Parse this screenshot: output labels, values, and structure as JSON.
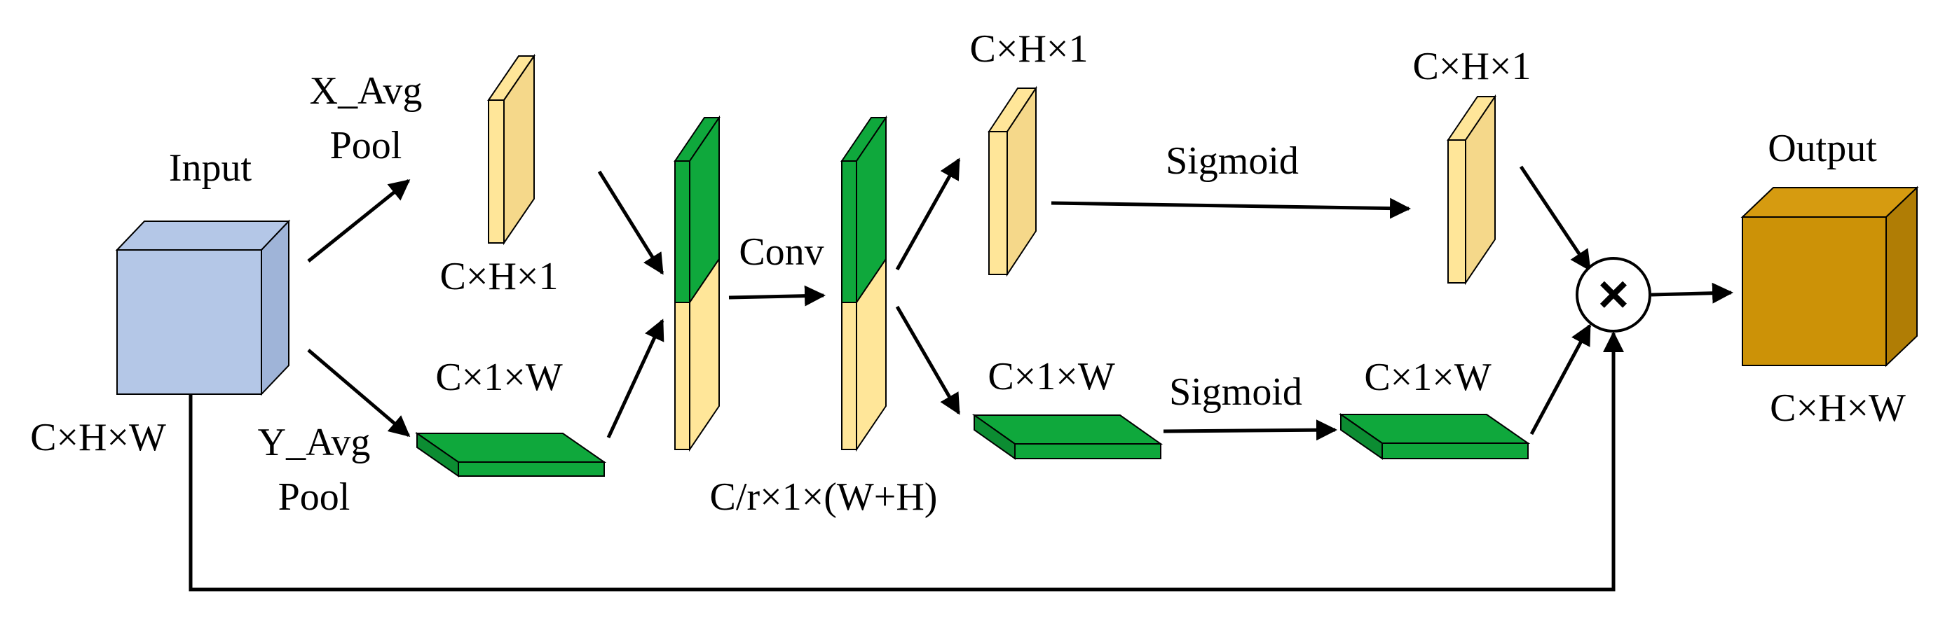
{
  "labels": {
    "input": "Input",
    "input_dims": "C×H×W",
    "x_pool_line1": "X_Avg",
    "x_pool_line2": "Pool",
    "y_pool_line1": "Y_Avg",
    "y_pool_line2": "Pool",
    "x_pool_dims": "C×H×1",
    "y_pool_dims": "C×1×W",
    "conv": "Conv",
    "concat_dims": "C/r×1×(W+H)",
    "h_branch_dims": "C×H×1",
    "w_branch_dims": "C×1×W",
    "sigmoid_top": "Sigmoid",
    "sigmoid_bottom": "Sigmoid",
    "h_att_dims": "C×H×1",
    "w_att_dims": "C×1×W",
    "multiply": "×",
    "output": "Output",
    "output_dims": "C×H×W"
  },
  "colors": {
    "input_cube": "#b4c7e7",
    "yellow_slab": "#ffe699",
    "green_slab": "#0fa83c",
    "output_cube": "#cc9207",
    "stroke": "#000000"
  }
}
